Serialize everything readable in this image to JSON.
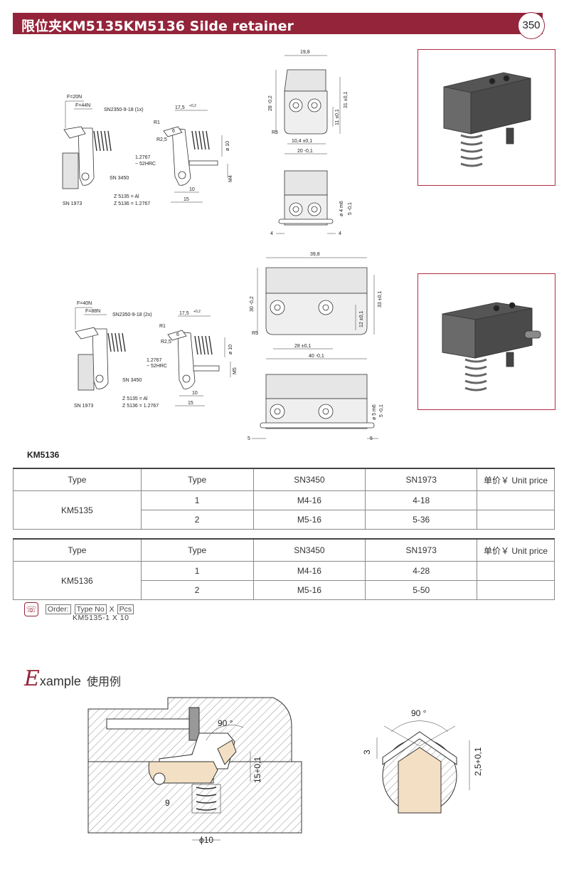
{
  "header": {
    "title": "限位夹KM5135KM5136  Silde retainer",
    "page_number": "350"
  },
  "drawing1": {
    "force_f1": "F=20N",
    "force_f2": "F=44N",
    "spring": "SN2350-9-18 (1x)",
    "dim_175": "17,5",
    "tol_02": "+0,2",
    "r1": "R1",
    "r25": "R2,5",
    "dim_6": "6",
    "material_note_1": "1.2767",
    "material_note_2": "~ 52HRC",
    "phi10": "ø 10",
    "m_thread": "M4",
    "sn3450": "SN 3450",
    "sn1973": "SN 1973",
    "dim_10": "10",
    "dim_15": "15",
    "z5135": "Z 5135 = Al",
    "z5136": "Z 5136 = 1.2767"
  },
  "drawing2": {
    "force_f1": "F=40N",
    "force_f2": "F=88N",
    "spring": "SN2350-9-18 (2x)",
    "dim_175": "17,5",
    "tol_02": "+0,2",
    "r1": "R1",
    "r25": "R2,5",
    "dim_6": "6",
    "material_note_1": "1.2767",
    "material_note_2": "~ 52HRC",
    "phi10": "ø 10",
    "m_thread": "M5",
    "sn3450": "SN 3450",
    "sn1973": "SN 1973",
    "dim_10": "10",
    "dim_15": "15",
    "z5135": "Z 5135 = Al",
    "z5136": "Z 5136 = 1.2767"
  },
  "view1": {
    "width_top": "19,8",
    "h28": "28 -0,2",
    "h31": "31 ±0,1",
    "h11": "11 ±0,1",
    "r5": "R5",
    "w104": "10,4 ±0,1",
    "w20": "20 -0,1",
    "phi4": "ø 4 m6",
    "d5": "5 -0,1",
    "d4a": "4",
    "d4b": "4"
  },
  "view2": {
    "width_top": "39,8",
    "h30": "30 -0,2",
    "h33": "33 ±0,1",
    "h12": "12 ±0,1",
    "r5": "R5",
    "w28": "28 ±0,1",
    "w40": "40 -0,1",
    "phi5": "ø 5 m6",
    "d5": "5 -0,1",
    "d5a": "5",
    "d5b": "5"
  },
  "section_label": "KM5136",
  "table1": {
    "headers": [
      "Type",
      "Type",
      "SN3450",
      "SN1973",
      "单价￥ Unit price"
    ],
    "model": "KM5135",
    "rows": [
      {
        "type": "1",
        "sn3450": "M4-16",
        "sn1973": "4-18",
        "price": ""
      },
      {
        "type": "2",
        "sn3450": "M5-16",
        "sn1973": "5-36",
        "price": ""
      }
    ]
  },
  "table2": {
    "headers": [
      "Type",
      "Type",
      "SN3450",
      "SN1973",
      "单价￥ Unit price"
    ],
    "model": "KM5136",
    "rows": [
      {
        "type": "1",
        "sn3450": "M4-16",
        "sn1973": "4-28",
        "price": ""
      },
      {
        "type": "2",
        "sn3450": "M5-16",
        "sn1973": "5-50",
        "price": ""
      }
    ]
  },
  "order": {
    "label": "Order:",
    "type_no": "Type No",
    "x": "X",
    "pcs": "Pcs",
    "example": "KM5135-1  X  10",
    "icon": "phone-icon"
  },
  "example": {
    "big_letter": "E",
    "rest": "xample",
    "cn": "使用例",
    "angle1": "90 °",
    "dim_15": "15+0,1",
    "dim_9": "9",
    "phi10": "ϕ10",
    "angle2": "90 °",
    "dim_3": "3",
    "dim_25": "2,5+0,1"
  },
  "colors": {
    "brand": "#93243a",
    "steel": "#6e6e6e",
    "part_fill": "#f3dfc3",
    "hatch": "#777777"
  }
}
